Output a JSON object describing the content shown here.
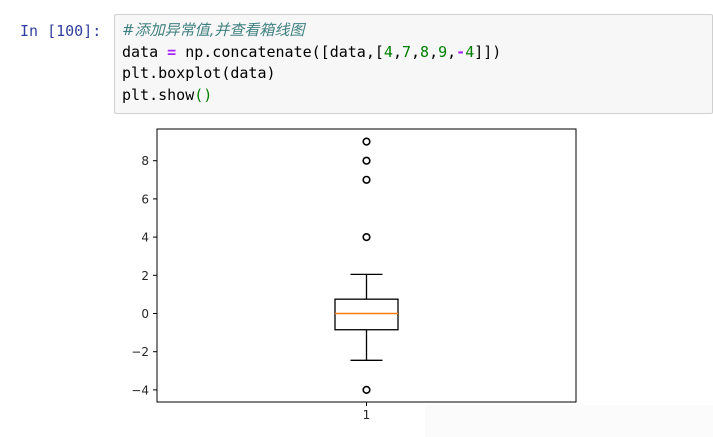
{
  "cell": {
    "prompt": "In [100]:",
    "lines": {
      "comment": "#添加异常值,并查看箱线图",
      "line2_a": "data ",
      "line2_op": "=",
      "line2_b": " np.concatenate([data,[",
      "line2_n1": "4",
      "line2_c1": ",",
      "line2_n2": "7",
      "line2_c2": ",",
      "line2_n3": "8",
      "line2_c3": ",",
      "line2_n4": "9",
      "line2_c4": ",",
      "line2_minus": "-",
      "line2_n5": "4",
      "line2_end": "]])",
      "line3": "plt.boxplot(data)",
      "line4_a": "plt.show",
      "line4_parens": "()"
    }
  },
  "chart_data": {
    "type": "box",
    "title": "",
    "xlabel": "",
    "ylabel": "",
    "categories": [
      "1"
    ],
    "yticks": [
      -4,
      -2,
      0,
      2,
      4,
      6,
      8
    ],
    "ytick_labels": [
      "−4",
      "−2",
      "0",
      "2",
      "4",
      "6",
      "8"
    ],
    "ylim": [
      -4.6,
      9.7
    ],
    "grid": false,
    "boxes": [
      {
        "label": "1",
        "whisker_low": -2.45,
        "q1": -0.85,
        "median": 0.0,
        "q3": 0.75,
        "whisker_high": 2.05,
        "outliers": [
          9,
          8,
          7,
          4,
          -4
        ]
      }
    ],
    "colors": {
      "box": "#000000",
      "median": "#ff7f0e",
      "frame": "#000000"
    }
  }
}
